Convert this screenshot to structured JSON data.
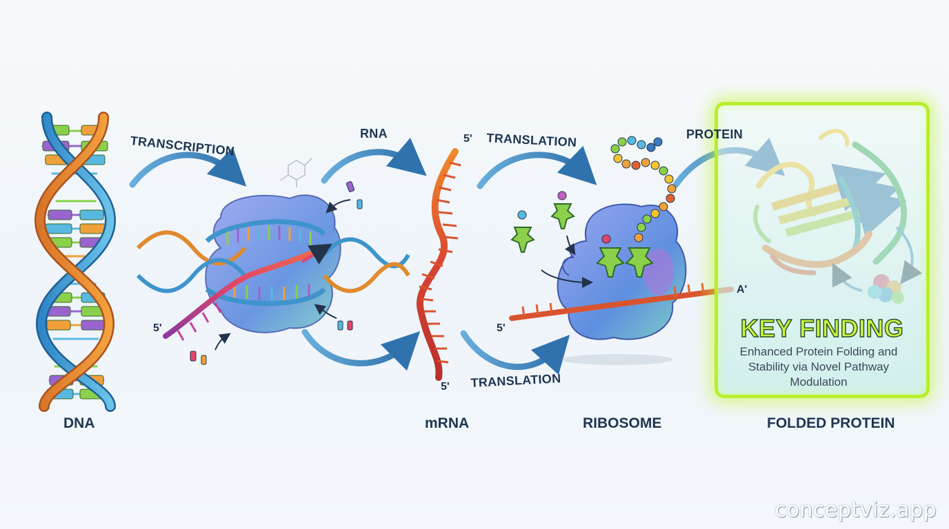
{
  "stages": {
    "dna": "DNA",
    "mrna": "mRNA",
    "ribosome": "RIBOSOME",
    "folded_protein": "FOLDED PROTEIN"
  },
  "processes": {
    "transcription": "TRANSCRIPTION",
    "rna": "RNA",
    "translation_top": "TRANSLATION",
    "translation_bottom": "TRANSLATION",
    "protein": "PROTEIN"
  },
  "ends": {
    "five_prime": "5'",
    "three_prime_tail": "A'"
  },
  "key_finding": {
    "title": "KEY FINDING",
    "text": "Enhanced Protein Folding and Stability via Novel Pathway Modulation"
  },
  "watermark": "conceptviz.app",
  "colors": {
    "arrow": "#3f86c0",
    "label": "#1f3550",
    "highlight": "#b7ee2d",
    "strand_blue": "#3f95cf",
    "strand_orange": "#e8892c",
    "ribosome": "#6c8fe0"
  }
}
